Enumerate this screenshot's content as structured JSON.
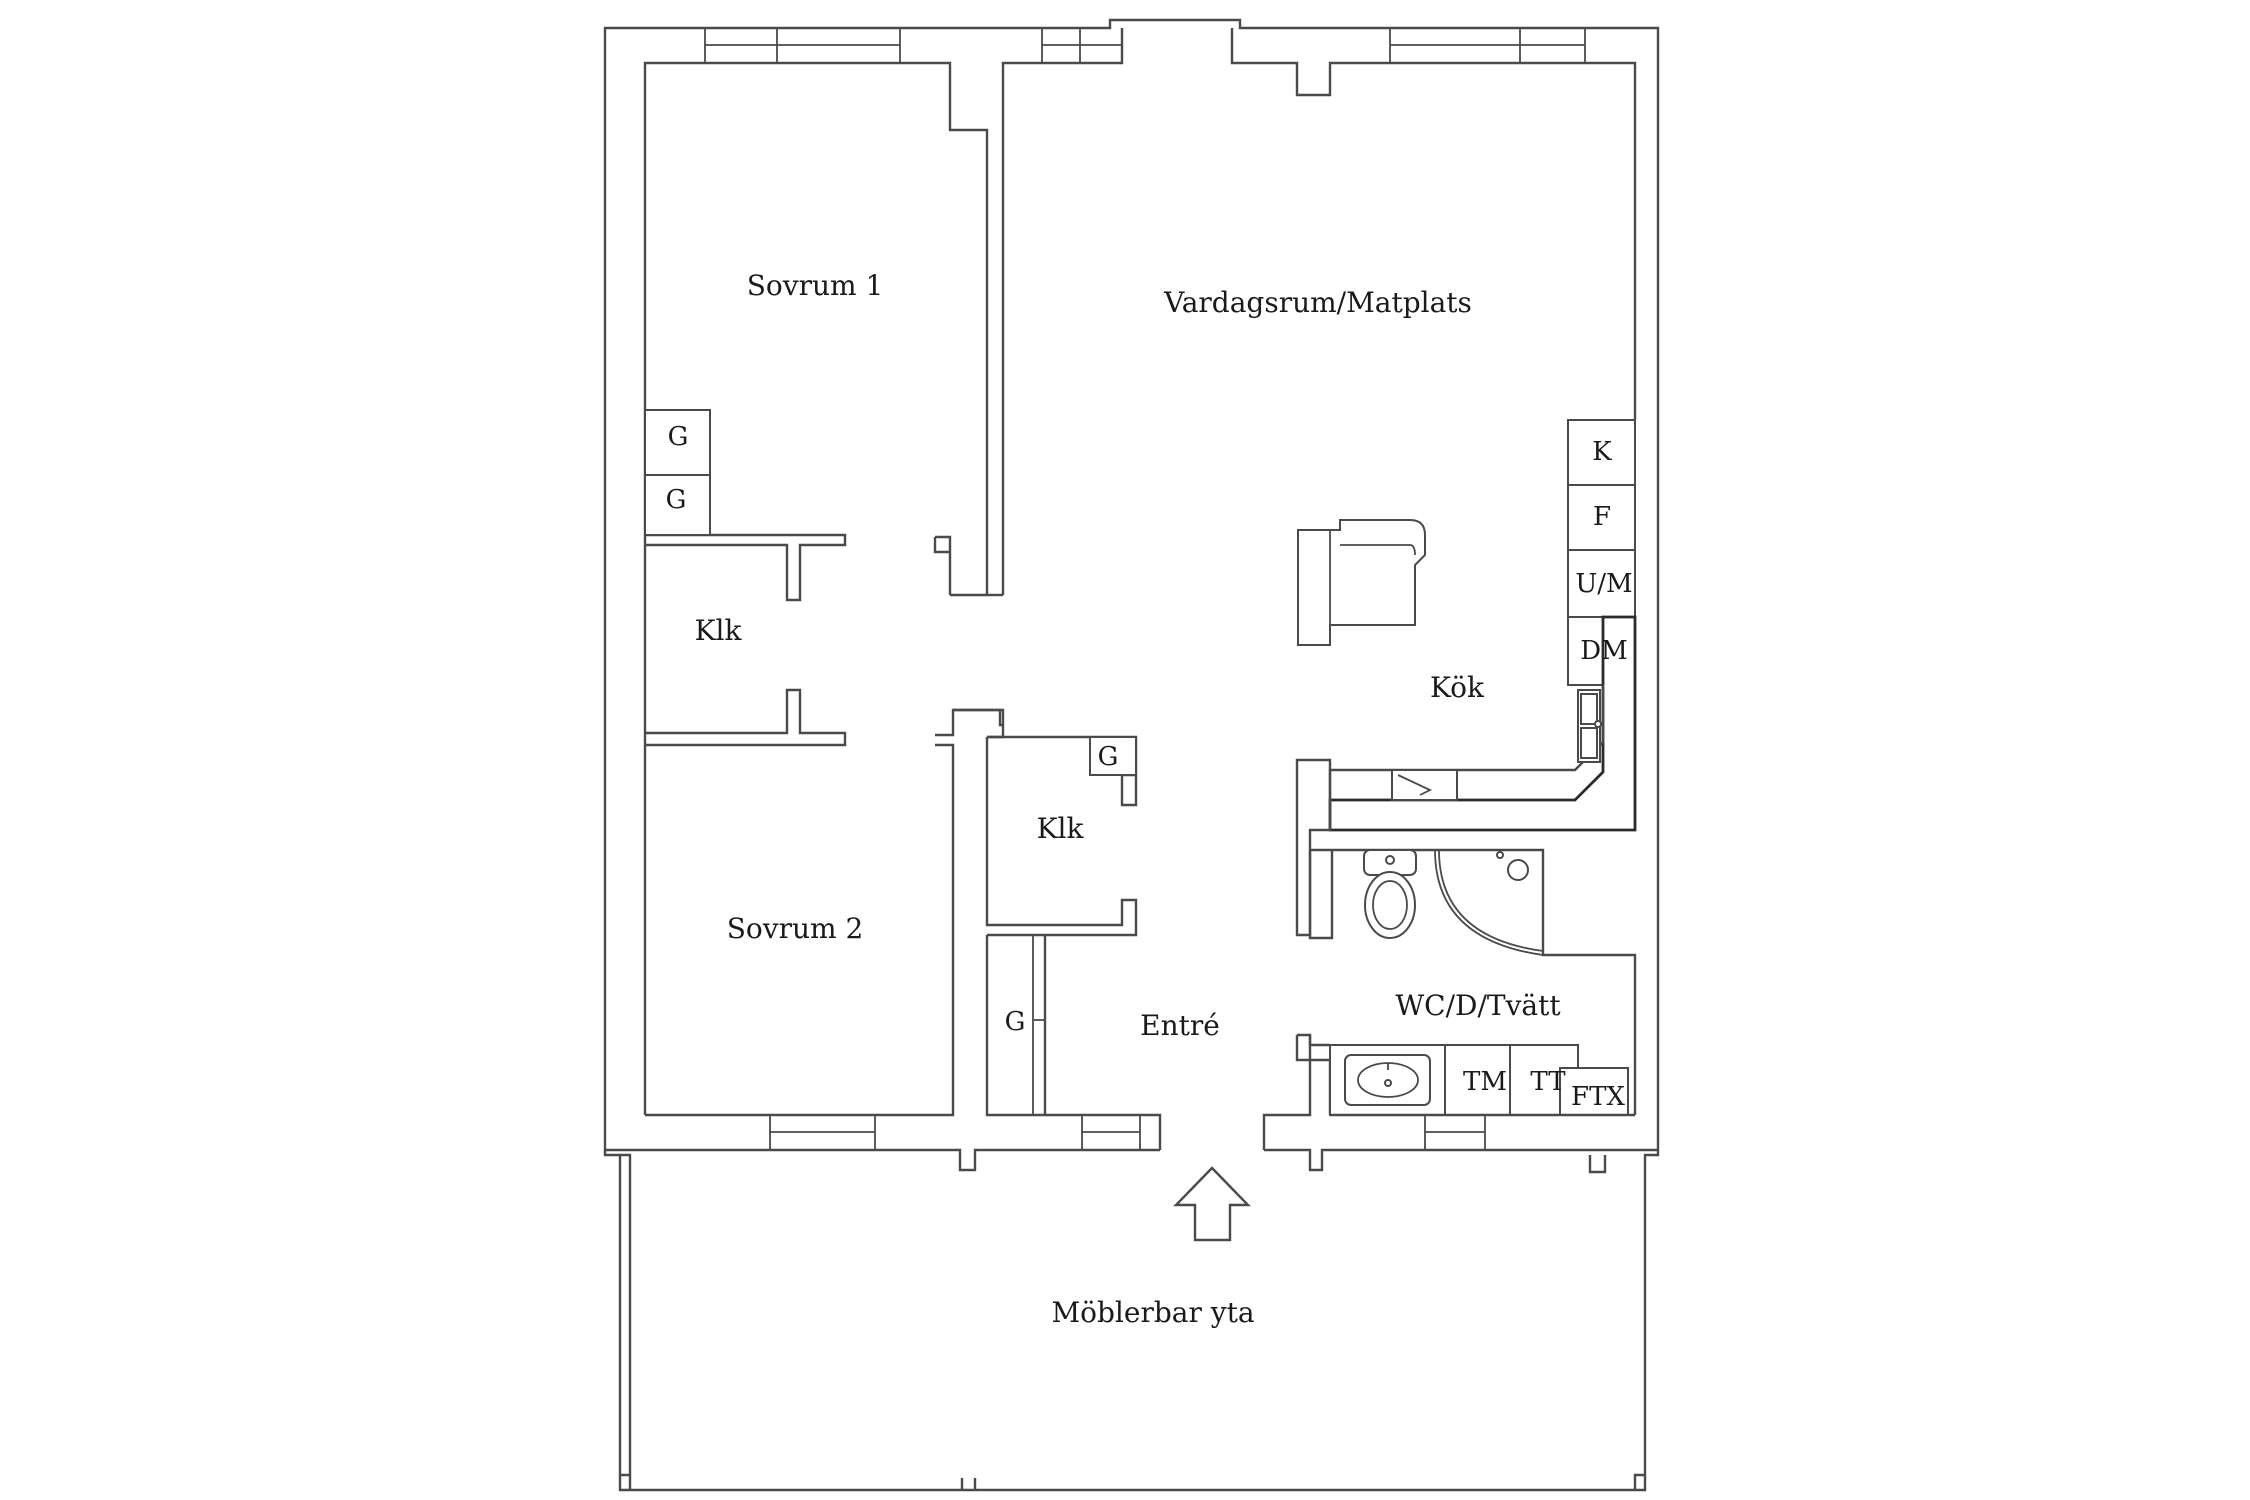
{
  "rooms": {
    "sovrum1": "Sovrum 1",
    "vardagsrum": "Vardagsrum/Matplats",
    "klk_left": "Klk",
    "klk_center": "Klk",
    "kok": "Kök",
    "sovrum2": "Sovrum 2",
    "entre": "Entré",
    "wc": "WC/D/Tvätt",
    "moblerbar": "Möblerbar yta"
  },
  "fixtures": {
    "g1": "G",
    "g2": "G",
    "g3": "G",
    "g4": "G",
    "k": "K",
    "f": "F",
    "um": "U/M",
    "dm": "DM",
    "tm": "TM",
    "tt": "TT",
    "ftx": "FTX"
  },
  "icons": {
    "entrance": "entrance-arrow-icon",
    "toilet": "toilet-icon",
    "shower": "shower-icon",
    "sink": "sink-icon",
    "kitchen_sink": "kitchen-sink-icon",
    "sofa": "sofa-icon",
    "stove": "stove-icon"
  }
}
